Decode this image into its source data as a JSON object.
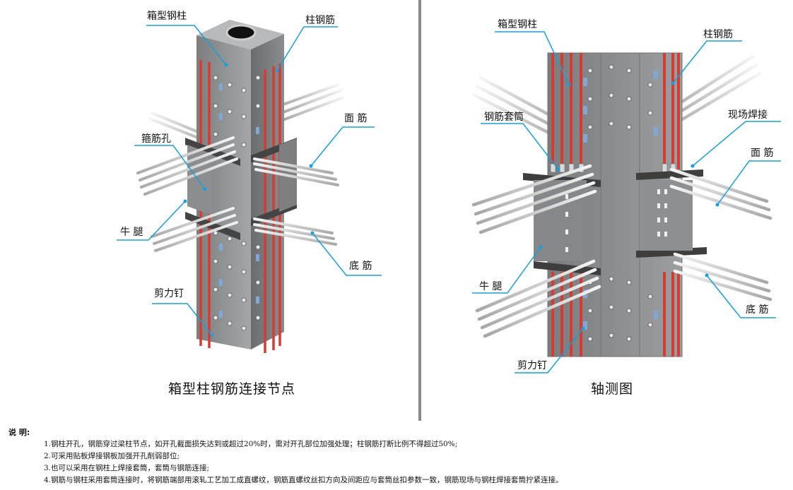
{
  "left": {
    "labels": {
      "box_column": "箱型钢柱",
      "column_rebar": "柱钢筋",
      "top_rebar": "面 筋",
      "stirrup_hole": "箍筋孔",
      "bracket": "牛 腿",
      "bottom_rebar": "底 筋",
      "shear_stud": "剪力钉"
    },
    "caption": "箱型柱钢筋连接节点"
  },
  "right": {
    "labels": {
      "box_column": "箱型钢柱",
      "column_rebar": "柱钢筋",
      "rebar_sleeve": "钢筋套筒",
      "site_weld": "现场焊接",
      "top_rebar": "面 筋",
      "bracket": "牛 腿",
      "bottom_rebar": "底 筋",
      "shear_stud": "剪力钉"
    },
    "caption": "轴测图"
  },
  "notes": {
    "title": "说  明:",
    "items": [
      "1.钢柱开孔，钢筋穿过梁柱节点，如开孔截面损失达到或超过20%时，需对开孔部位加强处理；柱钢筋打断比例不得超过50%;",
      "2.可采用贴板焊接钢板加强开孔削弱部位;",
      "3.也可以采用在钢柱上焊接套筒，套筒与钢筋连接;",
      "4.钢筋与钢柱采用套筒连接时，将钢筋端部用滚轧工艺加工成直螺纹，钢筋直螺纹丝扣方向及间距应与套筒丝扣参数一致，钢筋现场与钢柱焊接套筒拧紧连接。"
    ]
  },
  "colors": {
    "callout_line": "#1a9fd8",
    "column_rebar": "#d83a32",
    "steel": "#8f9193",
    "divider": "#8a8a8a"
  }
}
